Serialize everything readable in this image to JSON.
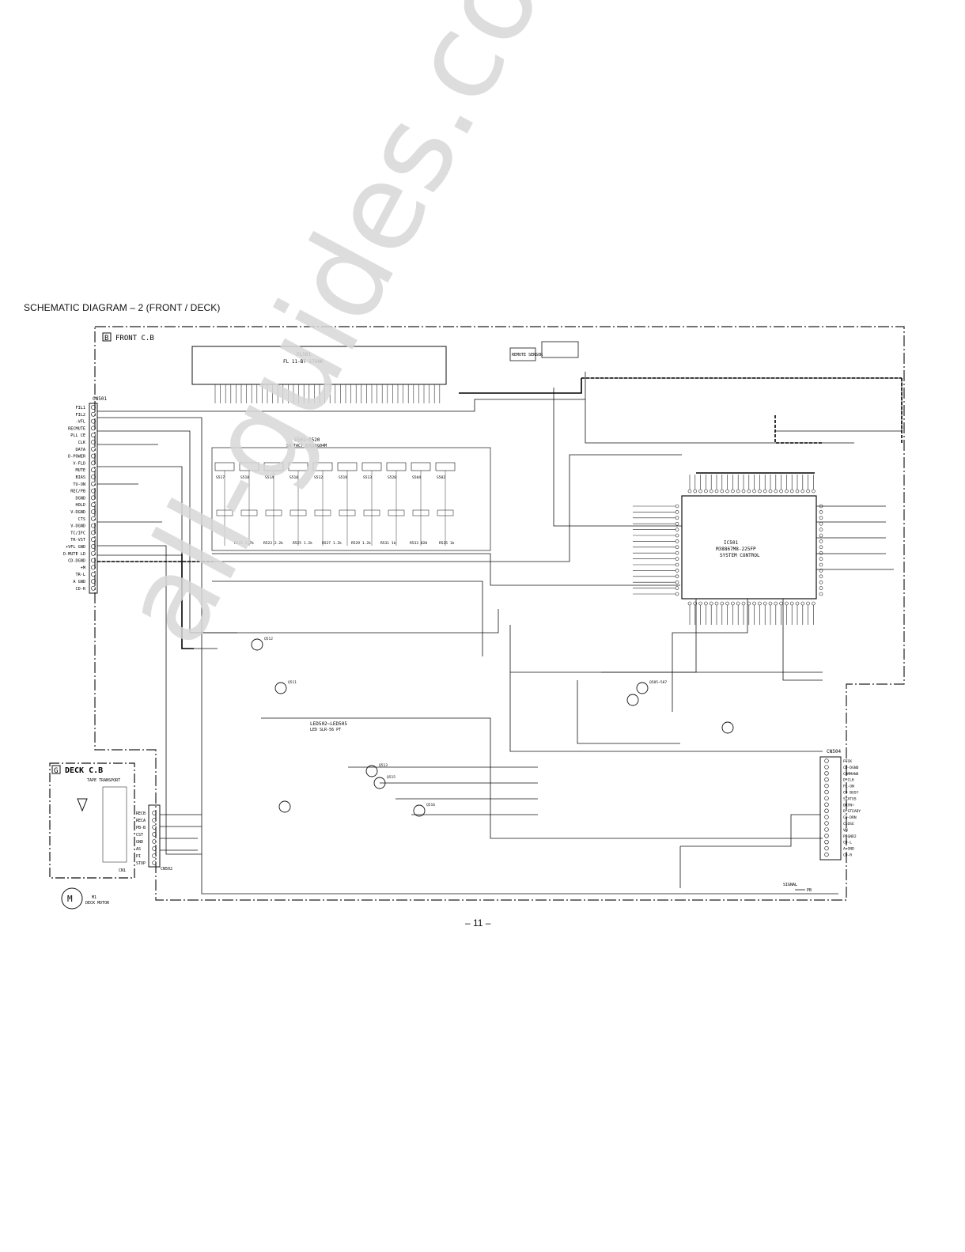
{
  "page": {
    "title": "SCHEMATIC DIAGRAM – 2 (FRONT / DECK)",
    "page_number": "– 11 –",
    "watermark": "all-guides.com"
  },
  "boards": {
    "front": {
      "letter": "B",
      "label": "FRONT C.B"
    },
    "deck": {
      "letter": "G",
      "label": "DECK C.B"
    }
  },
  "fl_display": {
    "ref": "FL501",
    "part": "FL 11-BT-17GNK"
  },
  "connectors": {
    "cn501": "CN501",
    "cn502": "CN502",
    "cn504": "CN504",
    "cn1": "CN1",
    "cn501_pins": [
      "FIL1",
      "FIL2",
      "-VFL",
      "RECMUTE",
      "PLL CE",
      "CLK",
      "DATA",
      "D-POWER",
      "V-FLD",
      "MUTE",
      "BIAS",
      "TU-ON",
      "REC/PB",
      "DGND",
      "HOLD",
      "V-DGND",
      "CTS",
      "V-DGND",
      "TC/IFC",
      "TR-VST",
      "+VFL GND",
      "D-MUTE LD",
      "CD-DGND",
      "+M",
      "TR-L",
      "A GND",
      "CD-R"
    ],
    "cn504_pins": [
      "PTCK",
      "CD-DGND",
      "COMMAND",
      "D-CLK",
      "FL-ON",
      "CD BUSY",
      "STATUS",
      "DRTN+",
      "D-STEADY",
      "CD-DRN",
      "CLOSE",
      "VM",
      "P-GND2",
      "CD-L",
      "A-GND",
      "CD-R"
    ],
    "deck_pins": [
      "RECB",
      "RECA",
      "PB-B",
      "CST",
      "GND",
      "AS",
      "PI",
      "STOP"
    ]
  },
  "switch_matrix": {
    "ref": "S501~S520",
    "note": "SW TACT EVQ11G04M",
    "labels": [
      "S517",
      "S518",
      "S514",
      "S510",
      "S512",
      "S519",
      "S513",
      "S520",
      "S504",
      "S502"
    ],
    "resistors": [
      "R521 2.7k",
      "R523 2.2k",
      "R525 1.2k",
      "R527 1.2k",
      "R529 1.2k",
      "R531 1k",
      "R533 820",
      "R535 1k"
    ]
  },
  "ic": {
    "ref": "IC501",
    "part": "M38867M8-225FP",
    "function": "SYSTEM CONTROL"
  },
  "leds": {
    "ref": "LED502~LED505",
    "note": "LED SLR-56 PT"
  },
  "transistors": [
    "Q511",
    "Q512",
    "Q513",
    "Q515",
    "Q516",
    "Q505~507"
  ],
  "deck_parts": {
    "head": "TAPE TRANSPORT",
    "motor_ref": "M1",
    "motor_label": "DECK MOTOR",
    "sensor": "REMOTE SENSOR"
  },
  "signal_legend": {
    "label": "SIGNAL",
    "sub": "PB"
  }
}
